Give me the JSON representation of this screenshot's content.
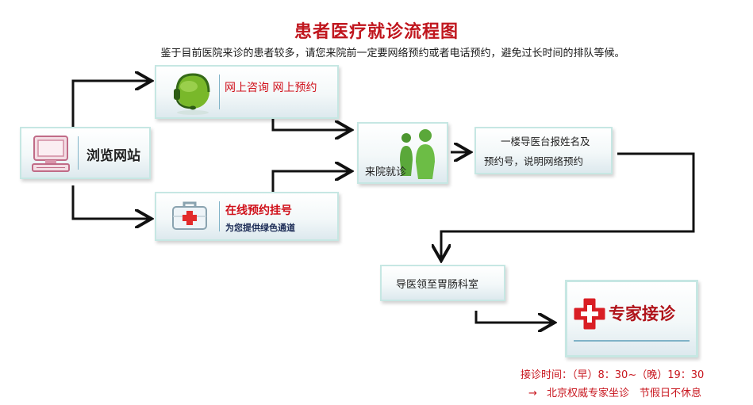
{
  "title": "患者医疗就诊流程图",
  "subtitle": "鉴于目前医院来诊的患者较多，请您来院前一定要网络预约或者电话预约，避免过长时间的排队等候。",
  "nodes": {
    "browse": {
      "label": "浏览网站",
      "icon": "computer-icon"
    },
    "online": {
      "label": "网上咨询 网上预约",
      "icon": "headset-icon"
    },
    "register": {
      "label": "在线预约挂号",
      "sublabel": "为您提供绿色通道",
      "icon": "first-aid-kit-icon"
    },
    "visit": {
      "label": "来院就诊",
      "icon": "people-icon"
    },
    "front_desk": {
      "line1": "一楼导医台报姓名及",
      "line2": "预约号，说明网络预约"
    },
    "guide": {
      "label": "导医领至胃肠科室"
    },
    "expert": {
      "label": "专家接诊",
      "icon": "red-cross-icon"
    }
  },
  "footer": {
    "hours": "接诊时间：（早）8：30~（晚）19：30",
    "arrow": "→",
    "note": "北京权威专家坐诊　节假日不休息"
  },
  "colors": {
    "accent_red": "#c0161e",
    "box_border": "#c6e7e3",
    "arrow": "#111111"
  }
}
